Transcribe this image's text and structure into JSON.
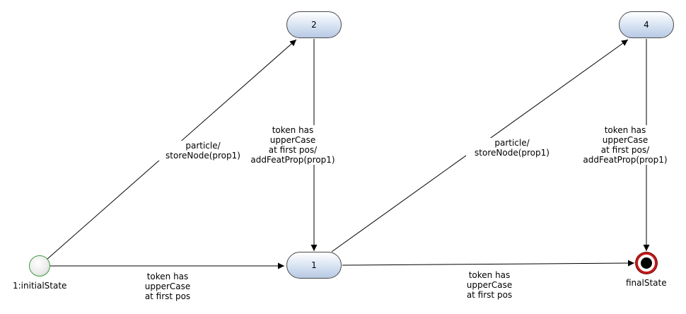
{
  "nodes": {
    "initial": {
      "label": "1:initialState"
    },
    "s1": {
      "label": "1"
    },
    "s2": {
      "label": "2"
    },
    "s4": {
      "label": "4"
    },
    "final": {
      "label": "finalState"
    }
  },
  "edges": {
    "initial_to_2": {
      "lines": [
        "particle/",
        "storeNode(prop1)"
      ]
    },
    "s2_to_1": {
      "lines": [
        "token has",
        "upperCase",
        "at first pos/",
        "addFeatProp(prop1)"
      ]
    },
    "s1_to_4": {
      "lines": [
        "particle/",
        "storeNode(prop1)"
      ]
    },
    "s4_to_final": {
      "lines": [
        "token has",
        "upperCase",
        "at first pos/",
        "addFeatProp(prop1)"
      ]
    },
    "initial_to_1": {
      "lines": [
        "token has",
        "upperCase",
        "at first pos"
      ]
    },
    "s1_to_final": {
      "lines": [
        "token has",
        "upperCase",
        "at first pos"
      ]
    }
  },
  "colors": {
    "state_fill": "#d6e2f2",
    "state_border": "#4a4a4a",
    "initial_border": "#3f9b3f",
    "final_ring": "#c21a1a",
    "edge": "#000000"
  }
}
